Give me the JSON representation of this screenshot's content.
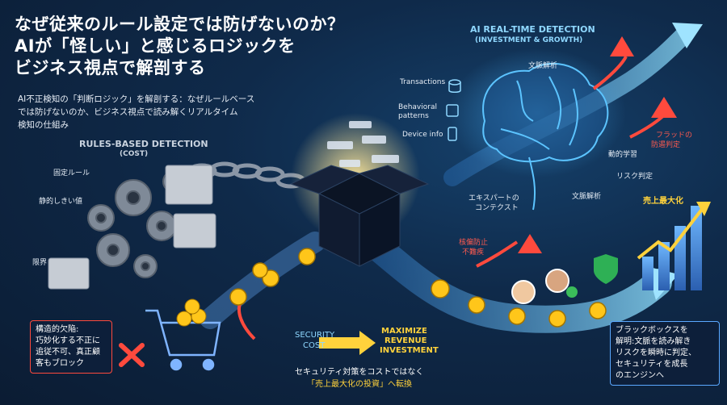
{
  "title": {
    "line1": "なぜ従来のルール設定では防げないのか？",
    "line2": "AIが「怪しい」と感じるロジックを",
    "line3": "ビジネス視点で解剖する"
  },
  "subtitle": {
    "line1": "AI不正検知の「判断ロジック」を解剖する：なぜルールベース",
    "line2": "では防げないのか、ビジネス視点で読み解くリアルタイム",
    "line3": "検知の仕組み"
  },
  "rules": {
    "heading": "RULES-BASED DETECTION",
    "subheading": "(COST)",
    "labels": [
      "固定ルール",
      "静的しきい値",
      "限界"
    ]
  },
  "ai": {
    "heading": "AI REAL-TIME DETECTION",
    "subheading": "(INVESTMENT & GROWTH)",
    "inputs": [
      "Transactions",
      "Behavioral patterns",
      "Device info"
    ],
    "labels": [
      "文脈解析",
      "動的学習",
      "リスク判定",
      "文脈解析",
      "エキスパートのコンテクスト"
    ],
    "context_line1": "エキスパートの",
    "context_line2": "コンテクスト",
    "fraud_label_line1": "フラッドの",
    "fraud_label_line2": "防遏判定",
    "fraud_block_line1": "核偏防止",
    "fraud_block_line2": "不難疾",
    "growth_label": "売上最大化"
  },
  "left_box": {
    "line1": "構造的欠陥:",
    "line2": "巧妙化する不正に",
    "line3": "追従不可、真正顧",
    "line4": "客もブロック"
  },
  "right_box": {
    "line1": "ブラックボックスを",
    "line2": "解明:文脈を読み解き",
    "line3": "リスクを瞬時に判定、",
    "line4": "セキュリティを成長",
    "line5": "のエンジンへ"
  },
  "shift": {
    "from_line1": "SECURITY",
    "from_line2": "COST",
    "to_line1": "MAXIMIZE",
    "to_line2": "REVENUE",
    "to_line3": "INVESTMENT",
    "caption_line1": "セキュリティ対策をコストではなく",
    "caption_line2": "「売上最大化の投資」へ転換"
  },
  "colors": {
    "accent_blue": "#5aa8ff",
    "cyan": "#8fd8ff",
    "alert_red": "#ff4a3d",
    "gold": "#ffd23c",
    "background": "#0f2a4a"
  }
}
